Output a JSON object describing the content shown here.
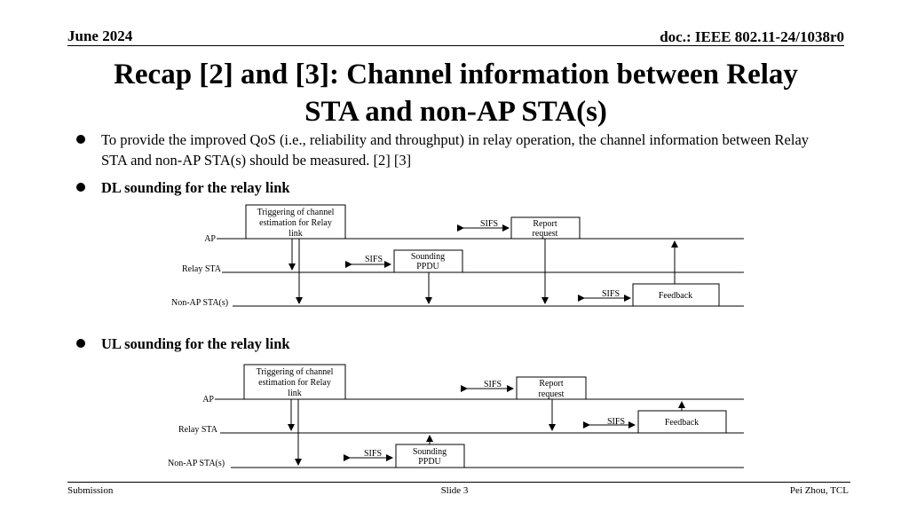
{
  "header": {
    "date": "June 2024",
    "doc_id": "doc.: IEEE 802.11-24/1038r0"
  },
  "slide": {
    "title_line1": "Recap [2] and [3]: Channel information between Relay",
    "title_line2": "STA and non-AP STA(s)",
    "bullets": [
      "To provide the improved QoS (i.e., reliability and throughput) in relay operation, the channel information between Relay STA and non-AP STA(s) should be measured. [2] [3]",
      "DL sounding for the relay link",
      "UL sounding for the relay link"
    ]
  },
  "dl_diagram": {
    "rows": [
      "AP",
      "Relay STA",
      "Non-AP STA(s)"
    ],
    "trigger_box": [
      "Triggering of channel",
      "estimation for Relay",
      "link"
    ],
    "sounding_box": [
      "Sounding",
      "PPDU"
    ],
    "report_box": [
      "Report",
      "request"
    ],
    "feedback_box": "Feedback",
    "sifs": "SIFS"
  },
  "ul_diagram": {
    "rows": [
      "AP",
      "Relay STA",
      "Non-AP STA(s)"
    ],
    "trigger_box": [
      "Triggering of channel",
      "estimation for Relay",
      "link"
    ],
    "sounding_box": [
      "Sounding",
      "PPDU"
    ],
    "report_box": [
      "Report",
      "request"
    ],
    "feedback_box": "Feedback",
    "sifs": "SIFS"
  },
  "footer": {
    "left": "Submission",
    "center": "Slide 3",
    "right": "Pei Zhou, TCL"
  }
}
